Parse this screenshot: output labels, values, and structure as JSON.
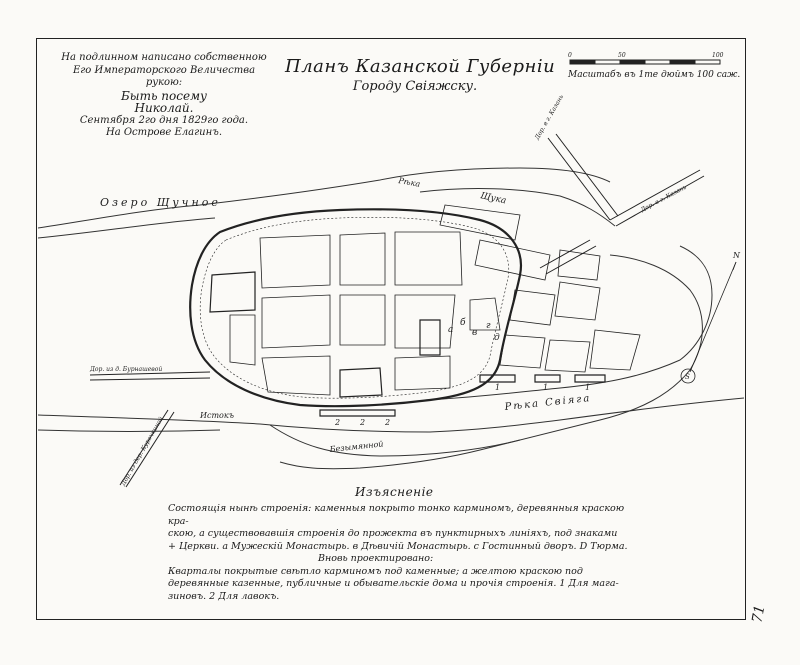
{
  "approval": {
    "line1": "На подлинном написано собственною",
    "line2": "Его Императорского Величества рукою:",
    "line3": "Быть посему",
    "line4": "Николай.",
    "line5": "Сентября 2го дня 1829го года.",
    "line6": "На Острове Елагинъ."
  },
  "title": {
    "line1": "Планъ Казанской Губерніи",
    "line2": "Городу Свіяжску."
  },
  "scale": {
    "label": "Масштабъ въ 1те дюймъ 100 саж.",
    "ticks": [
      "0",
      "50",
      "100"
    ]
  },
  "map_labels": {
    "lake": "Озеро Щучное",
    "river_shchuka_1": "Рѣка",
    "river_shchuka_2": "Щука",
    "river_sviyaga": "Рѣка Свіяга",
    "stream": "Истокъ",
    "bezymyanny": "Безымянной",
    "road_burnashevo": "Дор. из д. Бурнашевой",
    "road_kazan_1": "Дор. в г. Казань",
    "road_kazan_2": "Дор. в г. Казань",
    "road_bottom": "Дор. из дер. Курочкиной",
    "north": "N",
    "south": "S"
  },
  "markers": {
    "a": "а",
    "b": "б",
    "v": "в",
    "g": "г",
    "d": "д",
    "one": "1",
    "two": "2"
  },
  "legend": {
    "title": "Изъясненіе",
    "line1": "Состоящія нынѣ строенія: каменныя покрыто тонко карминомъ, деревянныя краскою кра-",
    "line2": "скою, а существовавшія строенія до прожекта въ пунктирныхъ линіяхъ, под знаками",
    "line3": "+ Церкви. а Мужескій Монастырь. в Дѣвичій Монастырь. с Гостинный дворъ. D Тюрма.",
    "line4": "Вновь проектировано:",
    "line5": "Кварталы покрытые свѣтло карминомъ под каменные; а желтою краскою под",
    "line6": "деревянные казенные, публичные и обывательскіе дома и прочія строенія. 1 Для мага-",
    "line7": "зиновъ. 2 Для лавокъ."
  },
  "page_number": "71"
}
